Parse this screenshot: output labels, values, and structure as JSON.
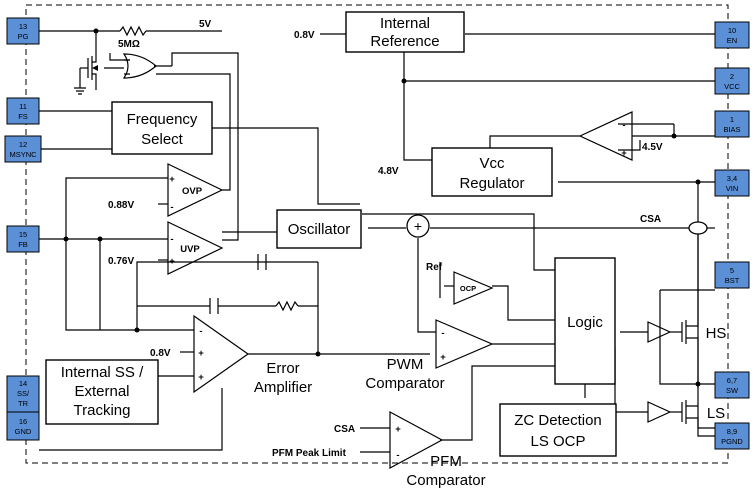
{
  "pins": [
    {
      "id": "pg",
      "num": "13",
      "name": "PG"
    },
    {
      "id": "fs",
      "num": "11",
      "name": "FS"
    },
    {
      "id": "msync",
      "num": "12",
      "name": "MSYNC"
    },
    {
      "id": "fb",
      "num": "15",
      "name": "FB"
    },
    {
      "id": "ss",
      "num": "14",
      "name": "SS/",
      "name2": "TR"
    },
    {
      "id": "gnd",
      "num": "16",
      "name": "GND"
    },
    {
      "id": "en",
      "num": "10",
      "name": "EN"
    },
    {
      "id": "vcc",
      "num": "2",
      "name": "VCC"
    },
    {
      "id": "bias",
      "num": "1",
      "name": "BIAS"
    },
    {
      "id": "vin",
      "num": "3,4",
      "name": "VIN"
    },
    {
      "id": "bst",
      "num": "5",
      "name": "BST"
    },
    {
      "id": "sw",
      "num": "6,7",
      "name": "SW"
    },
    {
      "id": "pgnd",
      "num": "8,9",
      "name": "PGND"
    }
  ],
  "blocks": {
    "internal_reference": [
      "Internal",
      "Reference"
    ],
    "frequency_select": [
      "Frequency",
      "Select"
    ],
    "vcc_regulator": [
      "Vcc",
      "Regulator"
    ],
    "oscillator": "Oscillator",
    "logic": "Logic",
    "internal_ss": [
      "Internal SS /",
      "External",
      "Tracking"
    ],
    "zc_detection": [
      "ZC Detection",
      "LS OCP"
    ]
  },
  "labels": {
    "v5": "5V",
    "r5m": "5MΩ",
    "v08_ref": "0.8V",
    "v48": "4.8V",
    "v45": "4.5V",
    "v088": "0.88V",
    "v076": "0.76V",
    "v08_ea": "0.8V",
    "ref": "Ref",
    "csa_top": "CSA",
    "csa_pfm": "CSA",
    "pfm_limit": "PFM Peak Limit",
    "ovp": "OVP",
    "uvp": "UVP",
    "ocp": "OCP",
    "error_amp": [
      "Error",
      "Amplifier"
    ],
    "pwm_comp": [
      "PWM",
      "Comparator"
    ],
    "pfm_comp": [
      "PFM",
      "Comparator"
    ],
    "hs": "HS",
    "ls": "LS",
    "plus": "+",
    "minus": "-"
  }
}
